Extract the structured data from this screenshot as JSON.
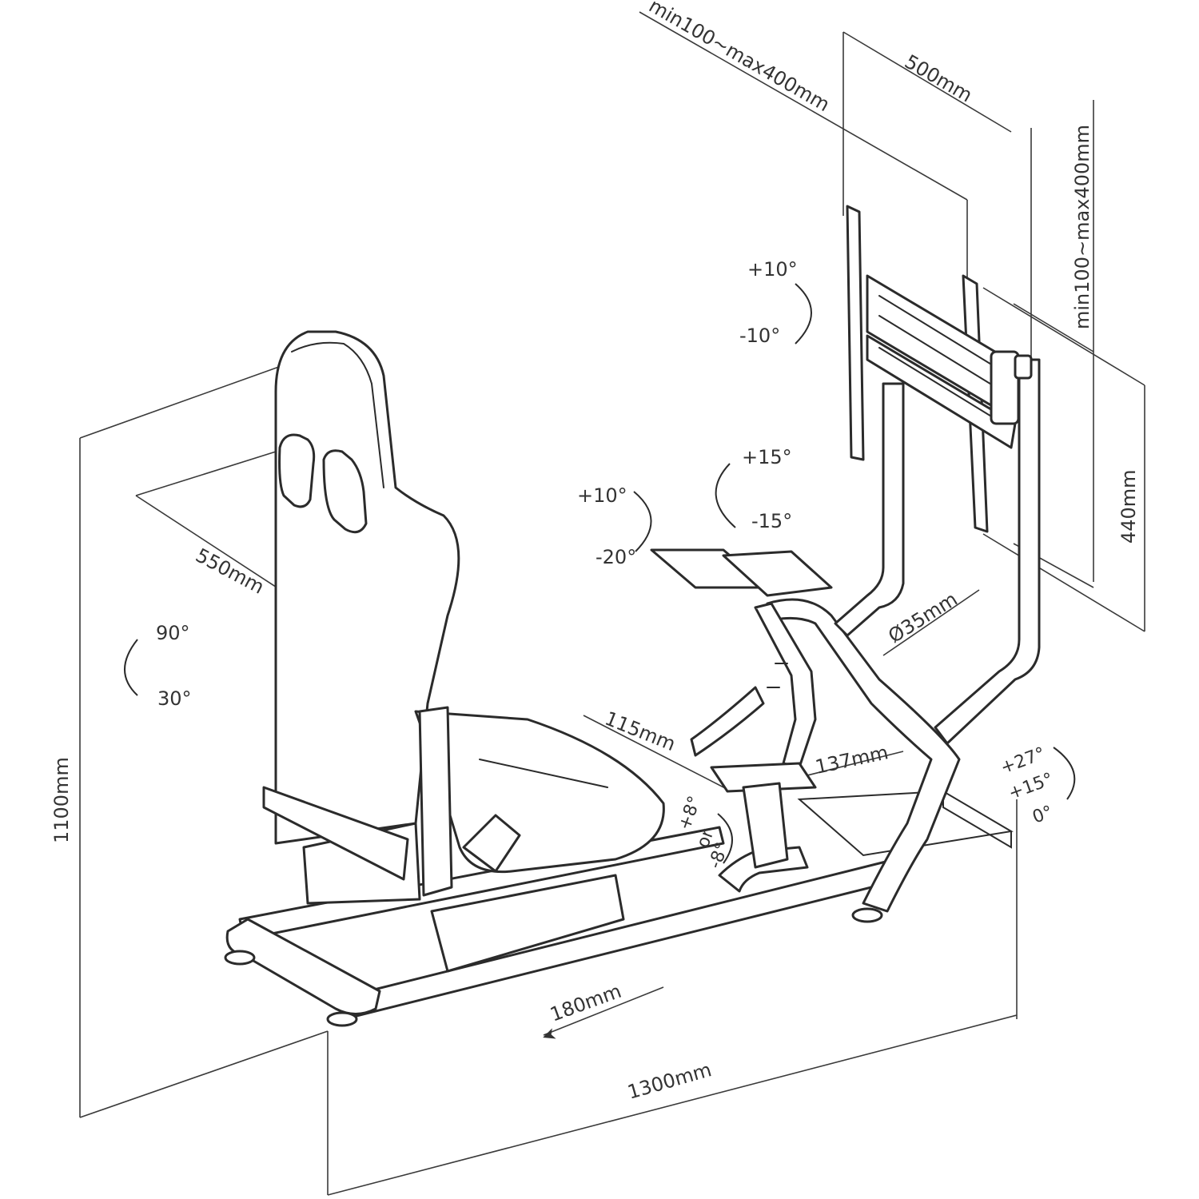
{
  "dimensions": {
    "total_height": "1100mm",
    "total_length": "1300mm",
    "seat_width": "550mm",
    "slide": "180mm",
    "pedal_offset": "115mm",
    "pedal_width": "137mm",
    "tube_diameter": "Ø35mm",
    "mount_width": "500mm",
    "mount_height": "440mm",
    "vesa_horizontal": "min100~max400mm",
    "vesa_vertical": "min100~max400mm"
  },
  "angles": {
    "seat_max": "90°",
    "seat_min": "30°",
    "monitor_up": "+10°",
    "monitor_down": "-10°",
    "wheel_up": "+15°",
    "wheel_down": "-15°",
    "shifter_up": "+10°",
    "shifter_down": "-20°",
    "pedal_a": "+8°",
    "pedal_or": "or",
    "pedal_b": "-8°",
    "pedal_tilt_1": "+27°",
    "pedal_tilt_2": "+15°",
    "pedal_tilt_3": "0°"
  },
  "arrow_glyphs": {
    "tip": "➤"
  }
}
